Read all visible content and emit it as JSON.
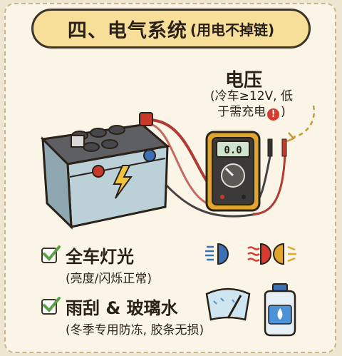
{
  "title": {
    "main": "四、电气系统",
    "sub": "(用电不掉链)"
  },
  "voltage": {
    "label": "电压",
    "note_line1": "(冷车≥12V, 低",
    "note_line2_prefix": "于需充电",
    "warn_symbol": "!",
    "note_line2_suffix": ")"
  },
  "meter": {
    "reading": "0.0"
  },
  "items": [
    {
      "label": "全车灯光",
      "note": "(亮度/闪烁正常)"
    },
    {
      "label": "雨刮 & 玻璃水",
      "note": "(冬季专用防冻, 胶条无损)"
    }
  ],
  "colors": {
    "banner": "#f7df9a",
    "check_green": "#5aa047",
    "battery_red": "#c8392b",
    "battery_blue": "#3b6fb6",
    "meter_orange": "#e0a52c",
    "fluid_blue": "#4b93d6"
  },
  "icons": [
    "headlight-icon",
    "fog-light-icon",
    "turn-signal-icon",
    "wiper-icon",
    "washer-fluid-bottle-icon",
    "battery-icon",
    "multimeter-icon"
  ]
}
